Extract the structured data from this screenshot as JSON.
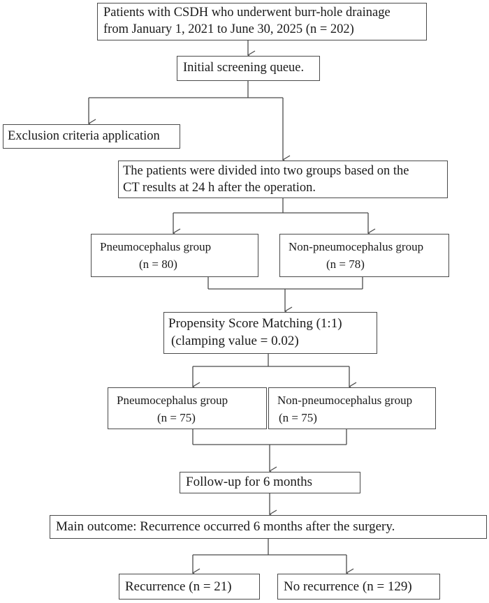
{
  "flowchart": {
    "total": {
      "line1": "Patients with CSDH who underwent burr-hole drainage",
      "line2": "from January 1, 2021 to June 30, 2025 (n = 202)"
    },
    "screening": "Initial screening queue.",
    "exclusion": "Exclusion criteria application",
    "division": {
      "line1": "The patients were divided into two groups based on the",
      "line2": "CT results at 24 h after the operation."
    },
    "before_match": {
      "pneumo_label": "Pneumocephalus group",
      "pneumo_n": "(n = 80)",
      "non_pneumo_label": "Non-pneumocephalus group",
      "non_pneumo_n": "(n = 78)"
    },
    "psm": {
      "line1": "Propensity Score Matching (1:1)",
      "line2": "(clamping value = 0.02)"
    },
    "after_match": {
      "pneumo_label": "Pneumocephalus group",
      "pneumo_n": "(n = 75)",
      "non_pneumo_label": "Non-pneumocephalus group",
      "non_pneumo_n": "(n = 75)"
    },
    "followup": "Follow-up for 6 months",
    "outcome": "Main outcome: Recurrence occurred 6 months after the surgery.",
    "recurrence": "Recurrence (n = 21)",
    "no_recurrence": "No recurrence (n = 129)"
  }
}
